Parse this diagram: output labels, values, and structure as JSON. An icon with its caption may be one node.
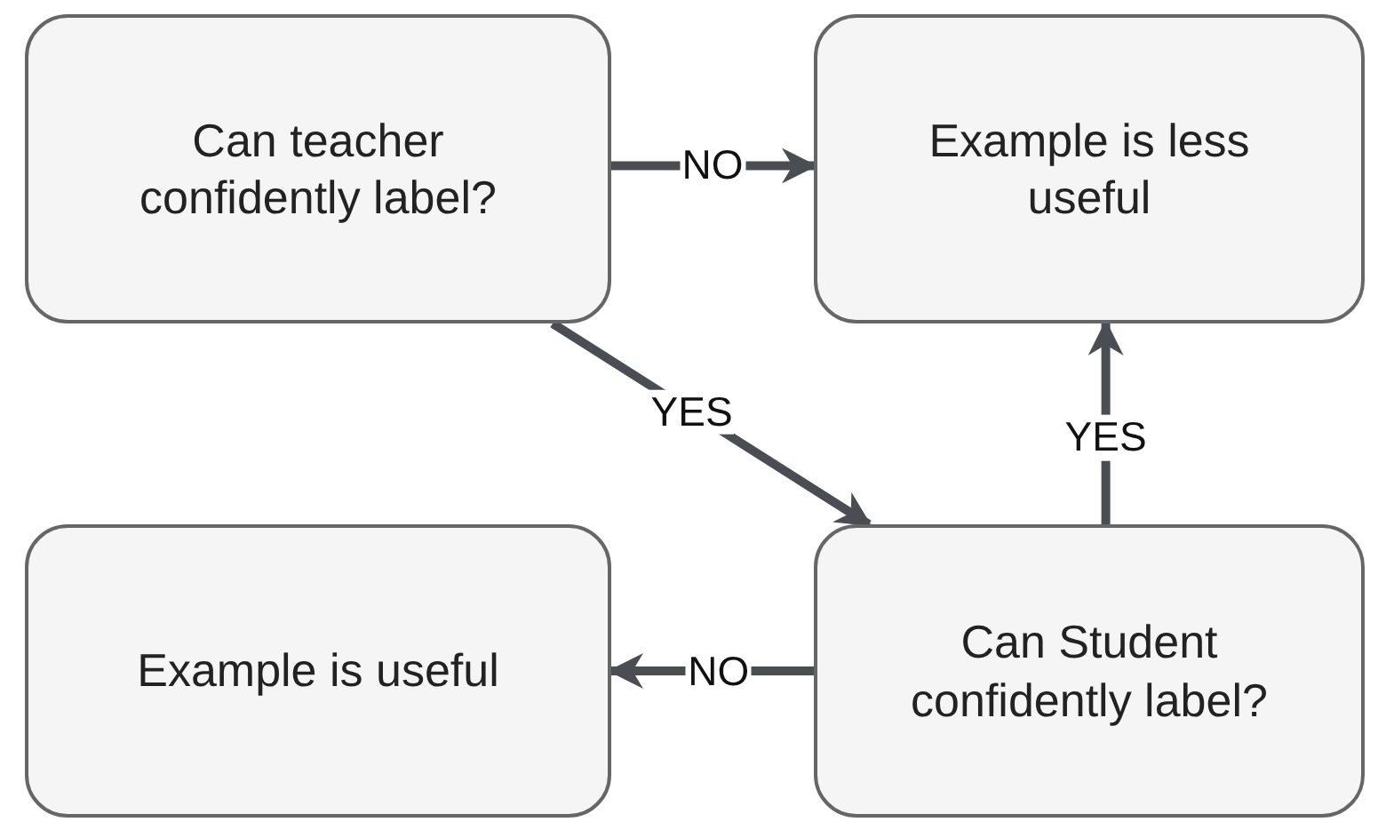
{
  "diagram": {
    "nodes": [
      {
        "text": [
          "Can teacher confidently label?"
        ]
      },
      {
        "text": [
          "Example is less useful"
        ]
      },
      {
        "text": [
          "Example is useful"
        ]
      },
      {
        "text": [
          "Can Student confidently label?"
        ]
      }
    ],
    "edges": [
      {
        "from": 0,
        "to": 1,
        "arrow": "to",
        "label": "NO"
      },
      {
        "from": 0,
        "to": 3,
        "arrow": "to",
        "label": "YES"
      },
      {
        "from": 3,
        "to": 1,
        "arrow": "to",
        "label": "YES"
      },
      {
        "from": 3,
        "to": 2,
        "arrow": "to",
        "label": "NO"
      }
    ]
  }
}
